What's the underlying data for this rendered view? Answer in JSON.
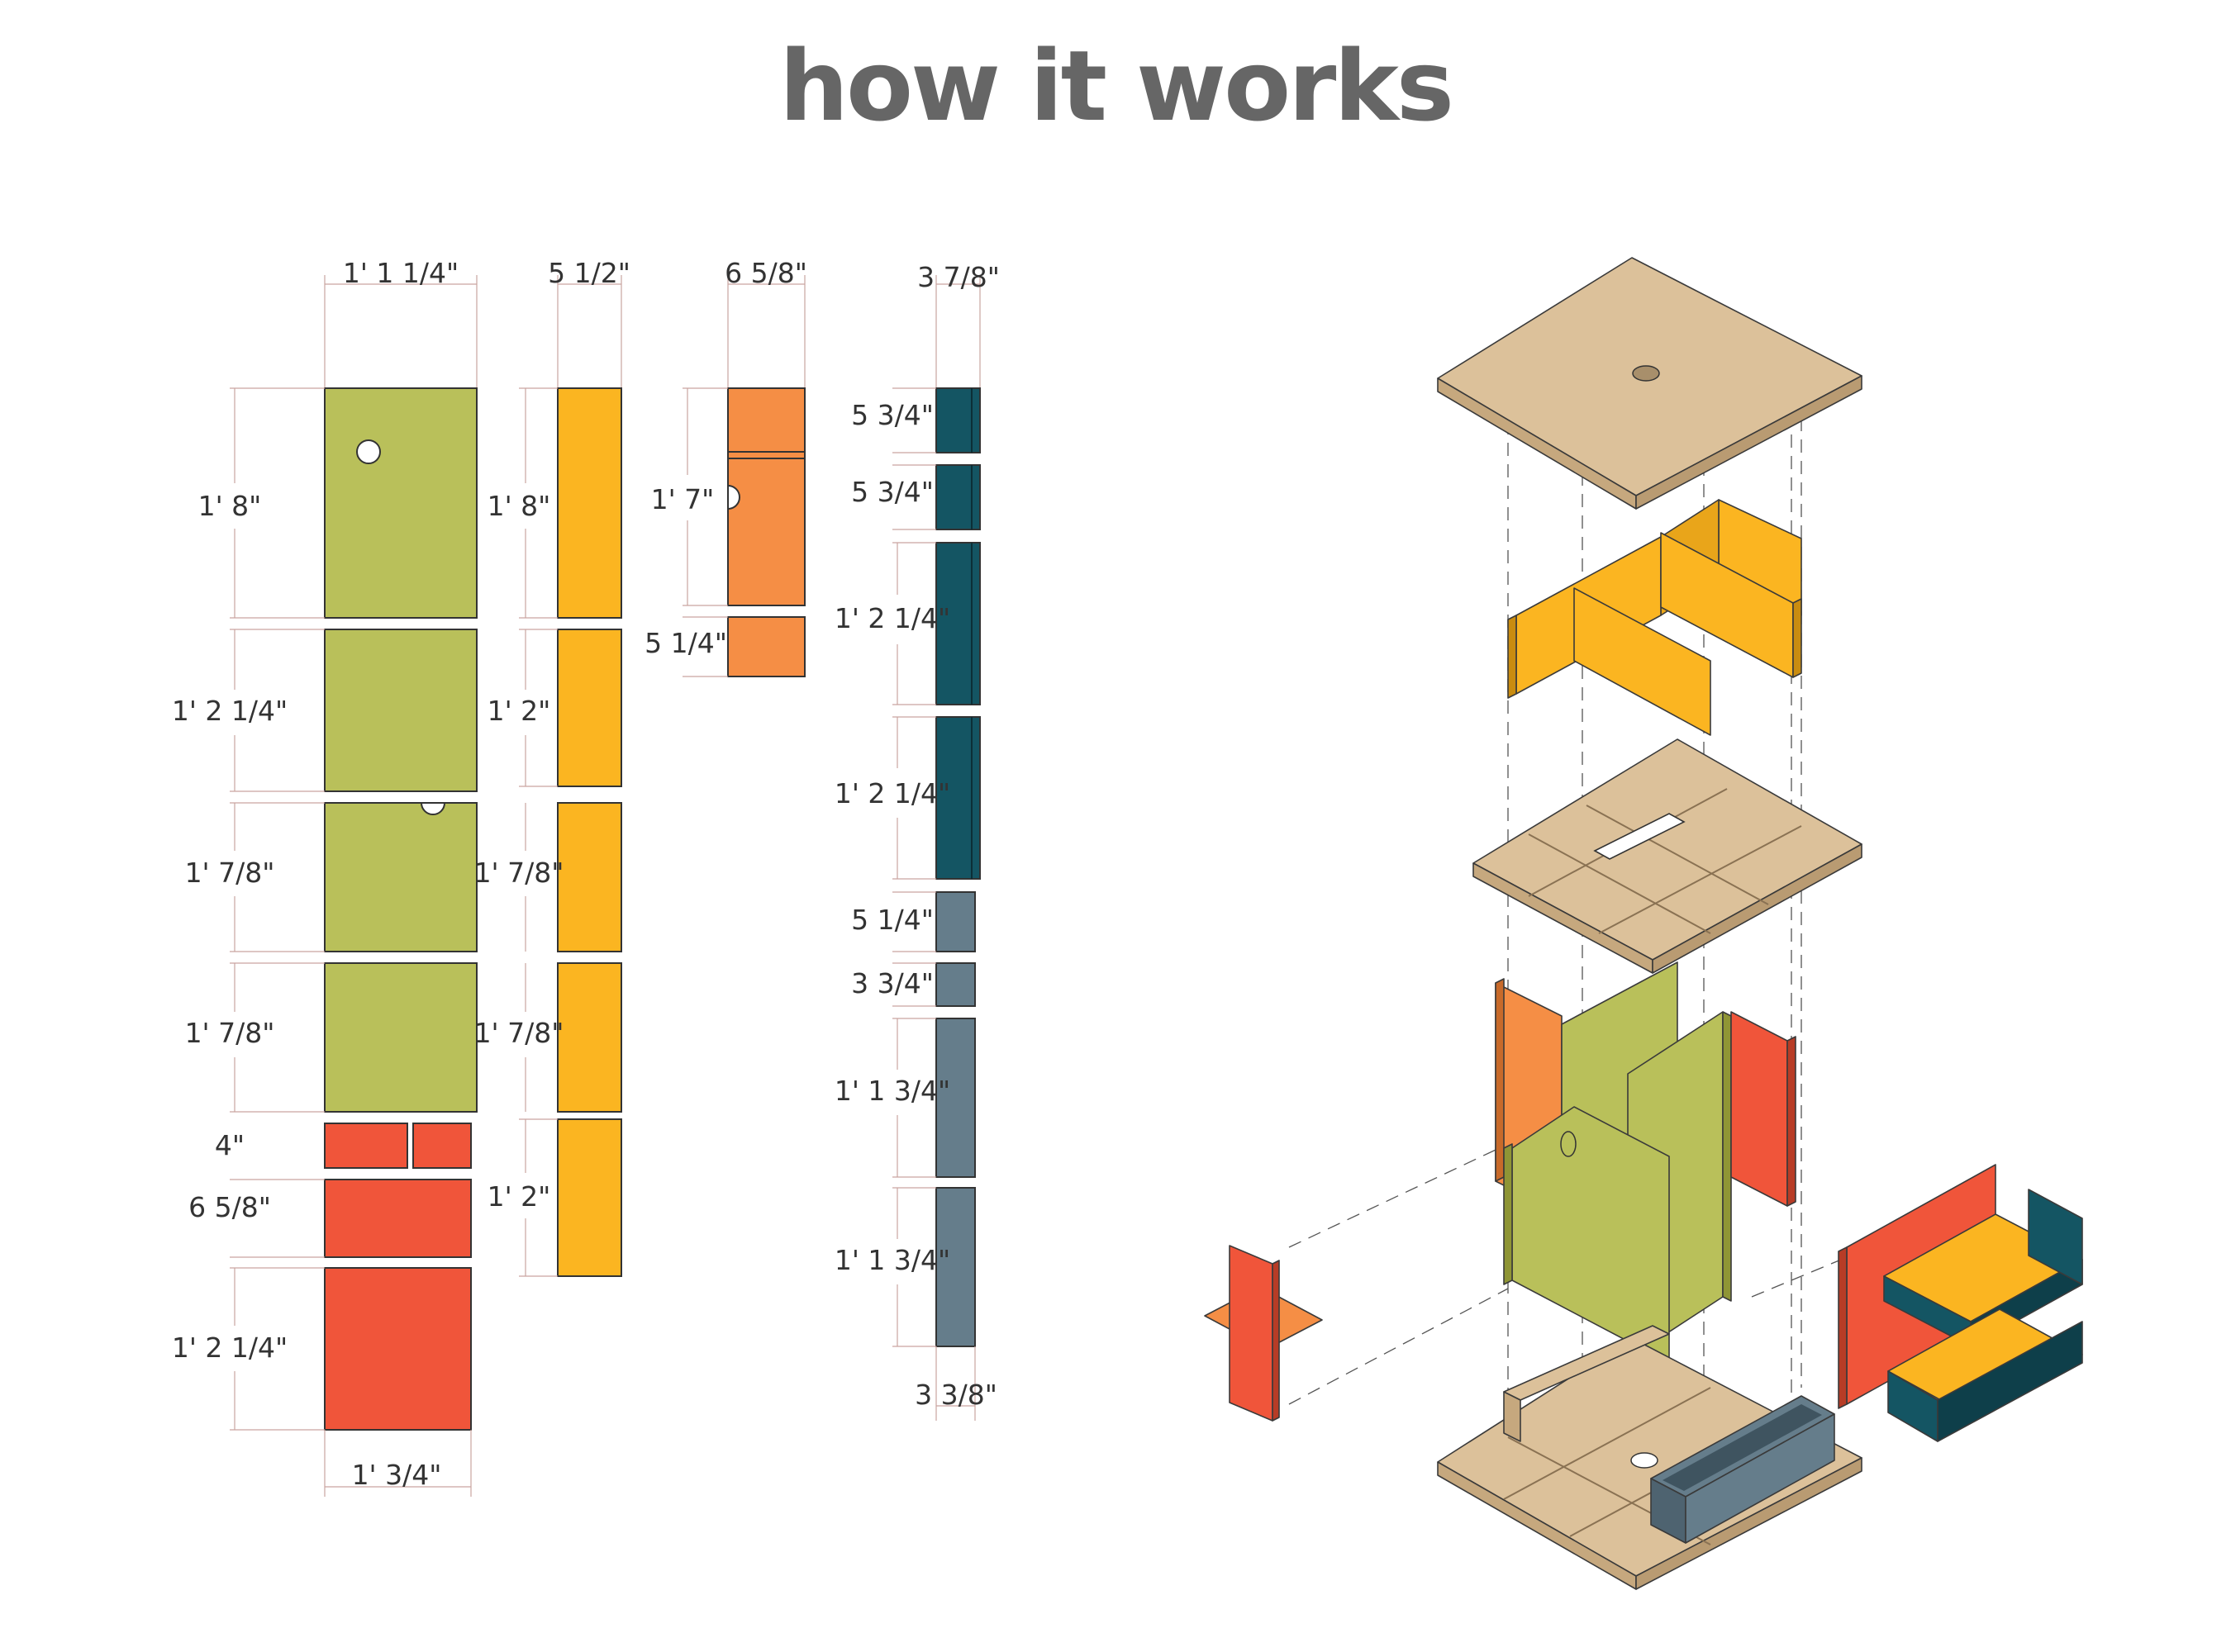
{
  "title": "how it works",
  "colors": {
    "green": "#b9c05a",
    "yellow": "#fbb521",
    "orange": "#f58e45",
    "red": "#f0553a",
    "teal": "#145563",
    "slate": "#657d8b",
    "wood": "#dcc19a",
    "dimension_line": "#c9a5a0"
  },
  "columns": {
    "col1": {
      "width_label": "1' 1 1/4\"",
      "bottom_width_label": "1' 3/4\"",
      "pieces": [
        "1' 8\"",
        "1' 2 1/4\"",
        "1' 7/8\"",
        "1' 7/8\"",
        "4\"",
        "6 5/8\"",
        "1' 2 1/4\""
      ]
    },
    "col2": {
      "width_label": "5 1/2\"",
      "pieces": [
        "1' 8\"",
        "1' 2\"",
        "1' 7/8\"",
        "1' 7/8\"",
        "1' 2\""
      ]
    },
    "col3": {
      "width_label": "6 5/8\"",
      "pieces": [
        "1' 7\"",
        "5 1/4\""
      ]
    },
    "col4": {
      "width_label": "3 7/8\"",
      "bottom_width_label": "3 3/8\"",
      "pieces": [
        "5 3/4\"",
        "5 3/4\"",
        "1' 2 1/4\"",
        "1' 2 1/4\"",
        "5 1/4\"",
        "3 3/4\"",
        "1' 1 3/4\"",
        "1' 1 3/4\""
      ]
    }
  },
  "exploded_view": {
    "layers": [
      "top-panel",
      "yellow-dividers",
      "middle-shelf",
      "green-orange-red-frame",
      "side-cross-piece",
      "right-drawer-unit",
      "base-with-tray"
    ]
  }
}
